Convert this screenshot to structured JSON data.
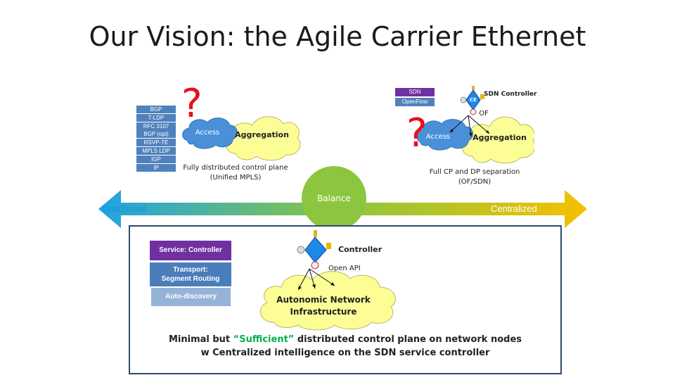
{
  "title": "Our Vision: the Agile Carrier Ethernet",
  "left_scenario": {
    "stack": [
      "BGP",
      "T-LDP",
      "RFC 3107\nBGP (opt)",
      "RSVP-TE",
      "MPLS LDP",
      "IGP",
      "IP"
    ],
    "access_label": "Access",
    "aggregation_label": "Aggregation",
    "question_mark": "?",
    "caption_line1": "Fully distributed control plane",
    "caption_line2": "(Unified MPLS)"
  },
  "right_scenario": {
    "stack": [
      "SDN",
      "OpenFlow"
    ],
    "controller_label": "SDN Controller",
    "controller_icon_text": "CE",
    "of_label": "OF",
    "access_label": "Access",
    "aggregation_label": "Aggregation",
    "question_mark": "?",
    "caption_line1": "Full CP and DP separation",
    "caption_line2": "(OF/SDN)"
  },
  "axis": {
    "left_label": "Distributed",
    "right_label": "Centralized",
    "balance_label": "Balance"
  },
  "bottom_panel": {
    "service_box": "Service: Controller",
    "transport_box_line1": "Transport:",
    "transport_box_line2": "Segment Routing",
    "autodiscovery_box": "Auto-discovery",
    "controller_label": "Controller",
    "open_api_label": "Open API",
    "cloud_line1": "Autonomic Network",
    "cloud_line2": "Infrastructure",
    "summary_prefix": "Minimal but ",
    "summary_highlight": "“Sufficient”",
    "summary_suffix": " distributed control plane on network nodes",
    "summary_line2": "w Centralized intelligence on the SDN service controller"
  },
  "colors": {
    "stack_blue": "#4f81bd",
    "stack_purple": "#7030a0",
    "cloud_yellow": "#fdfd96",
    "cloud_blue": "#4a90d9",
    "arrow_left": "#1ea3e6",
    "arrow_right": "#f5c000",
    "balance_green": "#8cc63f",
    "highlight_green": "#00b050",
    "question_red": "#e8101c"
  }
}
